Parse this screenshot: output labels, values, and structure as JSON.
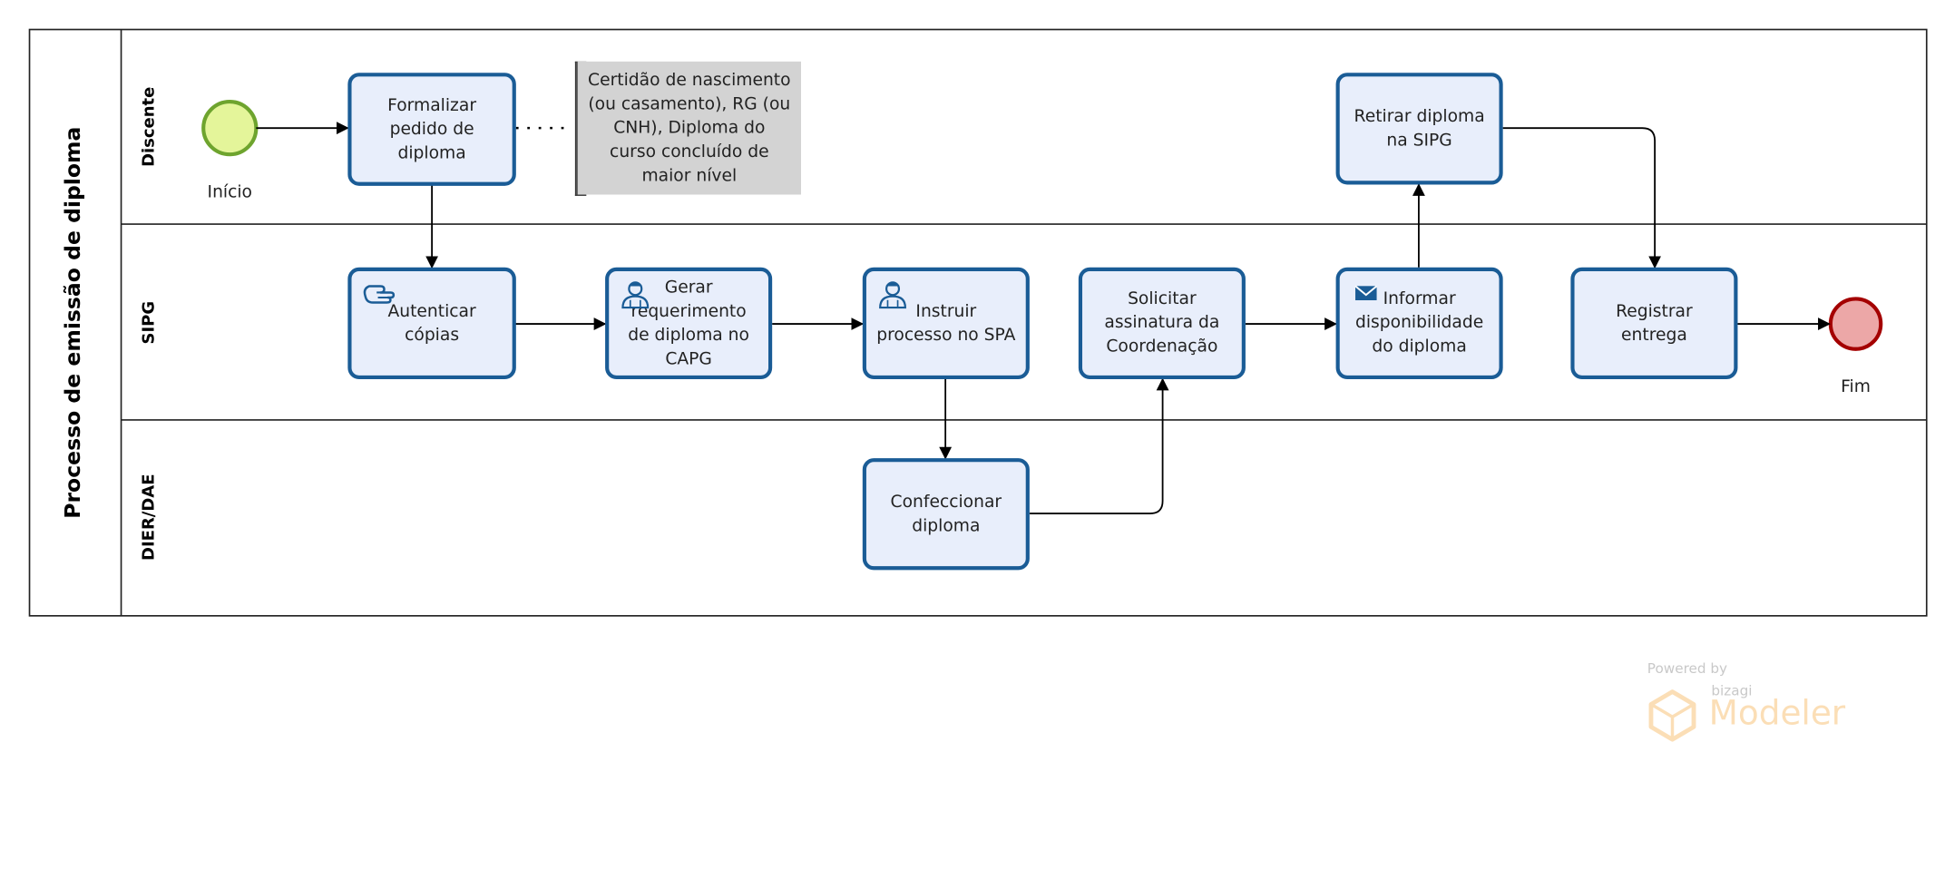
{
  "pool": {
    "title": "Processo de emissão de diploma"
  },
  "lanes": [
    {
      "id": "discente",
      "label": "Discente"
    },
    {
      "id": "sipg",
      "label": "SIPG"
    },
    {
      "id": "dier",
      "label": "DIER/DAE"
    }
  ],
  "events": {
    "start": {
      "label": "Início",
      "color": "#e4f59a",
      "stroke": "#6ea42e"
    },
    "end": {
      "label": "Fim",
      "color": "#eca7a7",
      "stroke": "#a40000"
    }
  },
  "tasks": [
    {
      "id": "formalizar",
      "label": "Formalizar\npedido de\ndiploma",
      "icon": "none"
    },
    {
      "id": "autenticar",
      "label": "Autenticar\ncópias",
      "icon": "hand-icon"
    },
    {
      "id": "gerar",
      "label": "Gerar\nrequerimento\nde diploma no\nCAPG",
      "icon": "user-icon"
    },
    {
      "id": "instruir",
      "label": "Instruir\nprocesso no SPA",
      "icon": "user-icon"
    },
    {
      "id": "confeccionar",
      "label": "Confeccionar\ndiploma",
      "icon": "none"
    },
    {
      "id": "solicitar",
      "label": "Solicitar\nassinatura da\nCoordenação",
      "icon": "none"
    },
    {
      "id": "informar",
      "label": "Informar\ndisponibilidade\ndo diploma",
      "icon": "envelope-icon"
    },
    {
      "id": "retirar",
      "label": "Retirar diploma\nna SIPG",
      "icon": "none"
    },
    {
      "id": "registrar",
      "label": "Registrar\nentrega",
      "icon": "none"
    }
  ],
  "annotation": {
    "text": "Certidão de nascimento\n(ou casamento), RG (ou\nCNH), Diploma do\ncurso concluído de\nmaior nível"
  },
  "colors": {
    "task_border": "#1a5c96",
    "task_fill": "#e8eefb",
    "note_fill": "#d3d3d3",
    "brand_orange": "#f39a1c"
  },
  "watermark": {
    "powered_by": "Powered by",
    "brand": "bizagi",
    "product": "Modeler"
  }
}
